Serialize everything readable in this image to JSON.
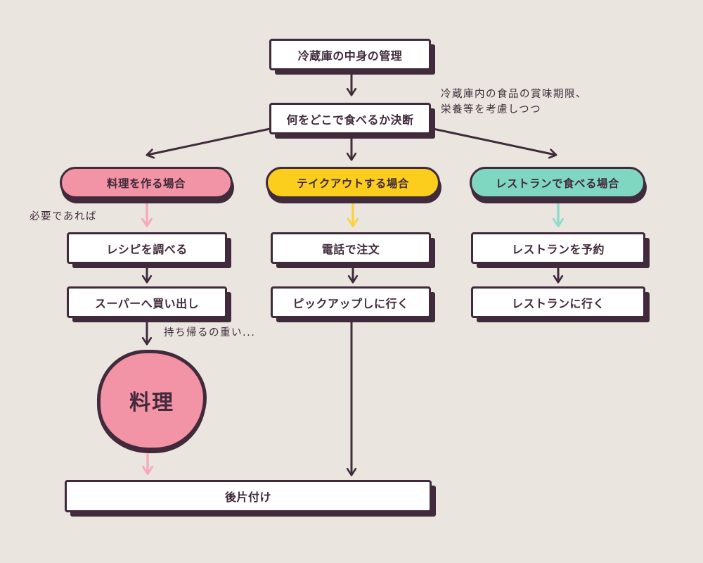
{
  "diagram": {
    "nodes": {
      "fridge": {
        "label": "冷蔵庫の中身の管理"
      },
      "decide": {
        "label": "何をどこで食べるか決断"
      },
      "cook_case": {
        "label": "料理を作る場合"
      },
      "takeout_case": {
        "label": "テイクアウトする場合"
      },
      "restaurant_case": {
        "label": "レストランで食べる場合"
      },
      "recipe": {
        "label": "レシピを調べる"
      },
      "shopping": {
        "label": "スーパーへ買い出し"
      },
      "phone_order": {
        "label": "電話で注文"
      },
      "pickup": {
        "label": "ピックアップしに行く"
      },
      "reserve": {
        "label": "レストランを予約"
      },
      "go_restaurant": {
        "label": "レストランに行く"
      },
      "cooking": {
        "label": "料理"
      },
      "cleanup": {
        "label": "後片付け"
      }
    },
    "annotations": {
      "consider_line1": "冷蔵庫内の食品の賞味期限、",
      "consider_line2": "栄養等を考慮しつつ",
      "if_needed": "必要であれば",
      "heavy": "持ち帰るの重い..."
    },
    "colors": {
      "background": "#EAE6DF",
      "ink": "#402A3B",
      "pink": "#F293A6",
      "yellow": "#FBCE1D",
      "teal": "#7FD7C2",
      "pink_arrow": "#F7A9BE",
      "yellow_arrow": "#FBD23F",
      "teal_arrow": "#8FDACB",
      "white": "#FFFFFF"
    }
  }
}
